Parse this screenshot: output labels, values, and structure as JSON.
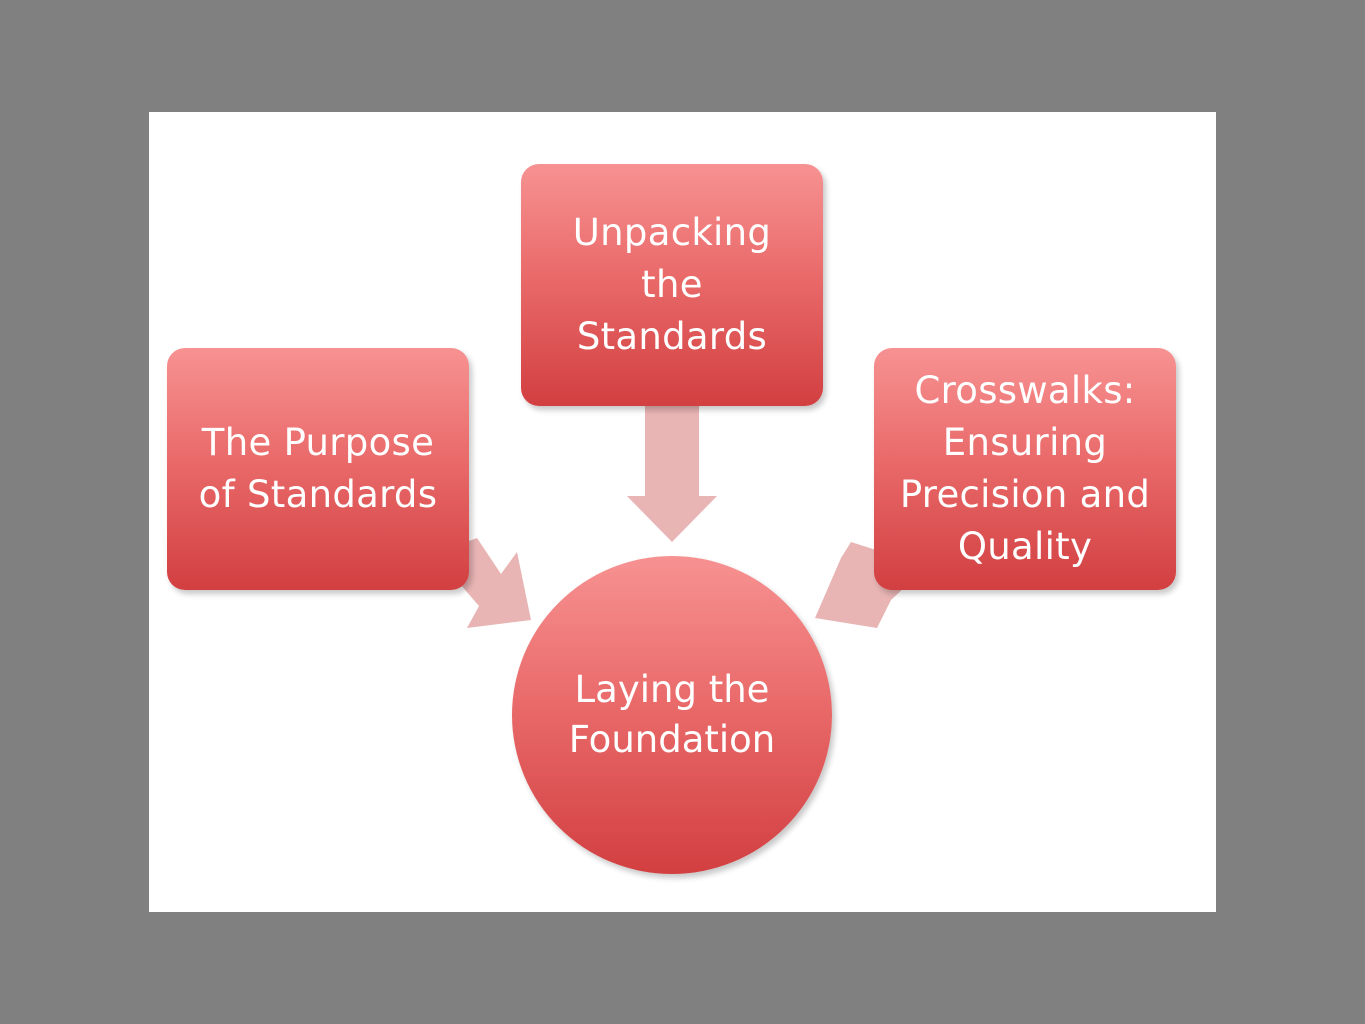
{
  "diagram": {
    "top_box": {
      "text": "Unpacking\nthe\nStandards"
    },
    "left_box": {
      "text": "The Purpose\nof Standards"
    },
    "right_box": {
      "text": "Crosswalks:\nEnsuring\nPrecision and\nQuality"
    },
    "center_circle": {
      "text": "Laying the\nFoundation"
    }
  },
  "colors": {
    "background": "#808080",
    "slide": "#ffffff",
    "shape_top": "#f79292",
    "shape_bottom": "#d23f41",
    "arrow": "#e8b4b4"
  }
}
